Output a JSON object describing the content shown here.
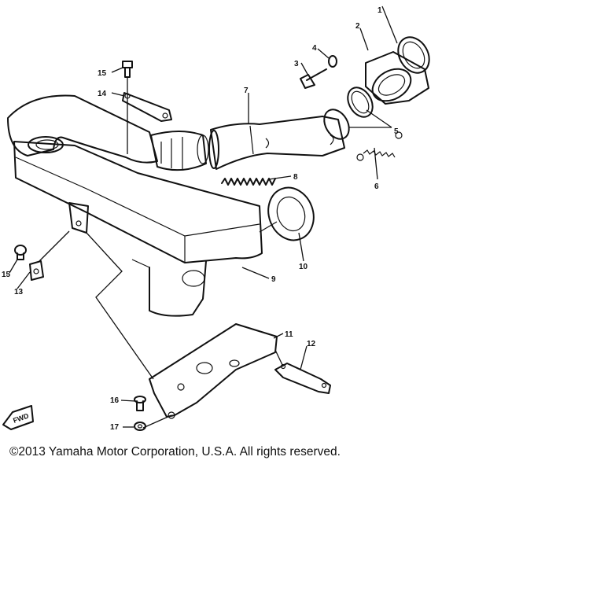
{
  "callouts": {
    "c1": "1",
    "c2": "2",
    "c3": "3",
    "c4": "4",
    "c5": "5",
    "c6": "6",
    "c7": "7",
    "c8": "8",
    "c9": "9",
    "c10": "10",
    "c11": "11",
    "c12": "12",
    "c13": "13",
    "c14": "14",
    "c15a": "15",
    "c15b": "15",
    "c16": "16",
    "c17": "17"
  },
  "fwd_mark": "FWD",
  "copyright": "©2013 Yamaha Motor Corporation, U.S.A. All rights reserved."
}
